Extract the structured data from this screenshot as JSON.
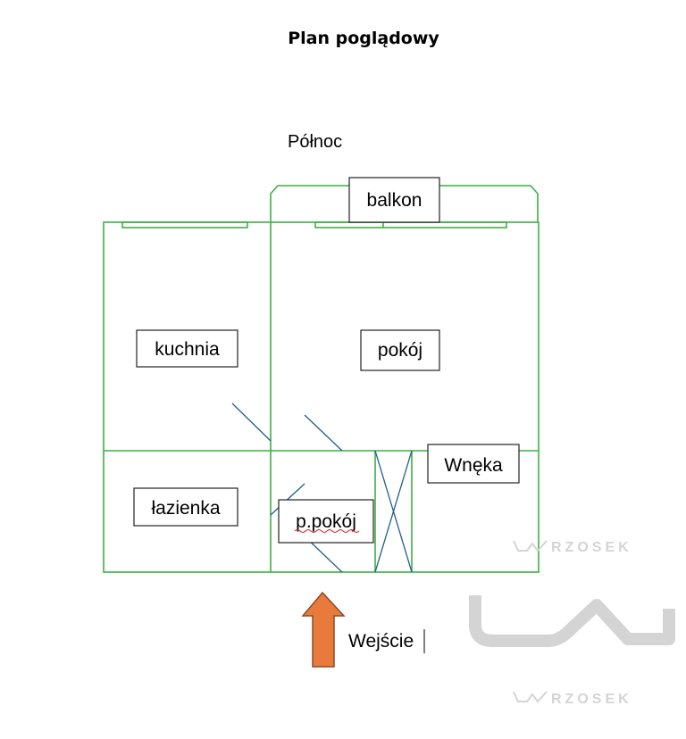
{
  "title": "Plan poglądowy",
  "compass": "Północ",
  "rooms": {
    "balkon": "balkon",
    "kuchnia": "kuchnia",
    "pokoj": "pokój",
    "lazienka": "łazienka",
    "przedpokoj": "p.pokój",
    "wneka": "Wnęka"
  },
  "entrance": "Wejście",
  "watermark": {
    "text": "RZOSEK",
    "prefix_glyph": "UW"
  },
  "colors": {
    "walls": "#3cb043",
    "doors": "#1f5f8b",
    "arrow_fill": "#e87a3c",
    "arrow_stroke": "#8c4a26",
    "watermark": "#d4d4d4"
  }
}
